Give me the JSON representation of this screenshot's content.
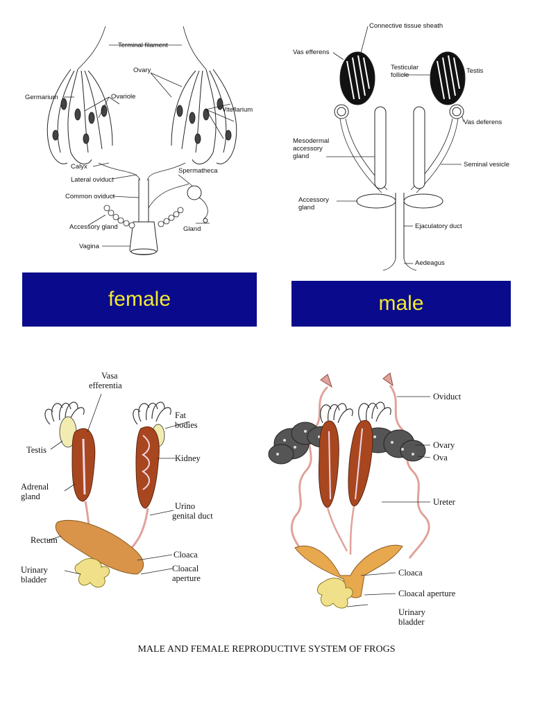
{
  "insect_female": {
    "labels": {
      "terminal_filament": "Terminal filament",
      "ovary": "Ovary",
      "germarium": "Germarium",
      "ovariole": "Ovariole",
      "vitellarium": "Vitellarium",
      "calyx": "Calyx",
      "lateral_oviduct": "Lateral oviduct",
      "spermatheca": "Spermatheca",
      "common_oviduct": "Common oviduct",
      "accessory_gland": "Accessory gland",
      "gland": "Gland",
      "vagina": "Vagina"
    },
    "banner": "female"
  },
  "insect_male": {
    "labels": {
      "connective_tissue_sheath": "Connective tissue sheath",
      "vas_efferens": "Vas efferens",
      "testicular_follicle": "Testicular follicle",
      "testis": "Testis",
      "vas_deferens": "Vas deferens",
      "mesodermal_accessory_gland": "Mesodermal accessory gland",
      "seminal_vesicle": "Seminal vesicle",
      "accessory_gland": "Accessory gland",
      "ejaculatory_duct": "Ejaculatory duct",
      "aedeagus": "Aedeagus"
    },
    "banner": "male"
  },
  "frog_male": {
    "labels": {
      "vasa_efferentia": "Vasa efferentia",
      "fat_bodies": "Fat bodies",
      "testis": "Testis",
      "kidney": "Kidney",
      "adrenal_gland": "Adrenal gland",
      "urino_genital_duct": "Urino genital duct",
      "rectum": "Rectum",
      "cloaca": "Cloaca",
      "urinary_bladder": "Urinary bladder",
      "cloacal_aperture": "Cloacal aperture"
    }
  },
  "frog_female": {
    "labels": {
      "oviduct": "Oviduct",
      "ovary": "Ovary",
      "ova": "Ova",
      "ureter": "Ureter",
      "cloaca": "Cloaca",
      "cloacal_aperture": "Cloacal aperture",
      "urinary_bladder": "Urinary bladder"
    }
  },
  "caption": "MALE AND FEMALE REPRODUCTIVE SYSTEM OF FROGS",
  "colors": {
    "banner_bg": "#0a0a8c",
    "banner_text": "#f2ea30",
    "kidney": "#a8471f",
    "fat_body": "#555555",
    "rectum": "#d9944a",
    "bladder": "#f0e08a",
    "duct_pink": "#e0a29a"
  }
}
